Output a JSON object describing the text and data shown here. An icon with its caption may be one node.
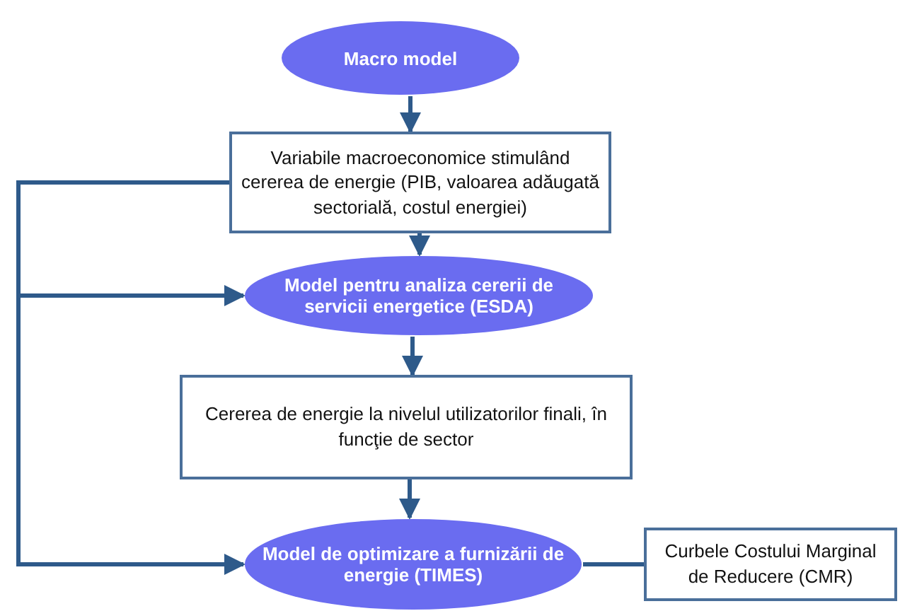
{
  "diagram": {
    "nodes": [
      {
        "text": [
          "Macro model"
        ]
      },
      {
        "text": [
          "Variabile macroeconomice stimulând cererea de energie (PIB, valoarea adăugată sectorială, costul energiei)"
        ]
      },
      {
        "text": [
          "Model pentru analiza cererii de servicii energetice (ESDA)"
        ]
      },
      {
        "text": [
          "Cererea de energie la nivelul utilizatorilor finali, în funcţie de sector"
        ]
      },
      {
        "text": [
          "Model de optimizare a furnizării de energie (TIMES)"
        ]
      },
      {
        "text": [
          "Curbele Costului Marginal de Reducere (CMR)"
        ]
      }
    ],
    "edges": [
      {
        "from": 0,
        "to": 1,
        "arrow": "to"
      },
      {
        "from": 1,
        "to": 2,
        "arrow": "to"
      },
      {
        "from": 2,
        "to": 3,
        "arrow": "to"
      },
      {
        "from": 3,
        "to": 4,
        "arrow": "to"
      },
      {
        "from": 1,
        "to": 2,
        "arrow": "to"
      },
      {
        "from": 1,
        "to": 4,
        "arrow": "to"
      },
      {
        "from": 4,
        "to": 5,
        "arrow": "none"
      }
    ]
  }
}
